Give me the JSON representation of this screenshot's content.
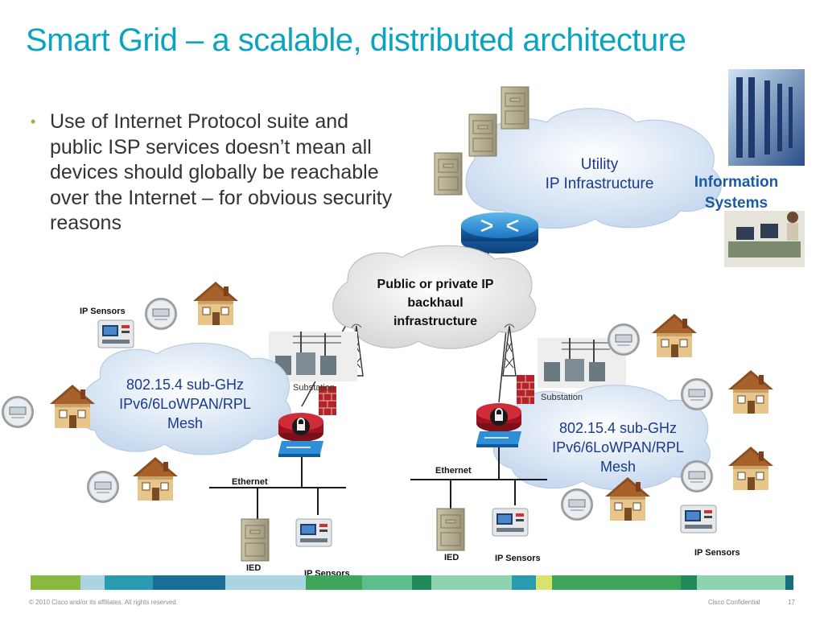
{
  "title": {
    "main": "Smart Grid",
    "dash": "–",
    "rest": "a scalable, distributed architecture"
  },
  "bullet": {
    "text": "Use of Internet Protocol suite and public ISP services doesn’t mean all devices should globally be reachable over the Internet – for obvious security reasons"
  },
  "diagram": {
    "utility_cloud": {
      "line1": "Utility",
      "line2": "IP Infrastructure"
    },
    "info_systems": {
      "line1": "Information",
      "line2": "Systems"
    },
    "backhaul_cloud": {
      "line1": "Public or private IP",
      "line2": "backhaul",
      "line3": "infrastructure"
    },
    "left_mesh": {
      "line1": "802.15.4 sub-GHz",
      "line2": "IPv6/6LoWPAN/RPL",
      "line3": "Mesh"
    },
    "right_mesh": {
      "line1": "802.15.4 sub-GHz",
      "line2": "IPv6/6LoWPAN/RPL",
      "line3": "Mesh"
    },
    "substation_left": "Substation",
    "substation_right": "Substation",
    "ethernet_left": "Ethernet",
    "ethernet_right": "Ethernet",
    "ip_sensors_top_left": "IP Sensors",
    "ip_sensors_bottom_left": "IP Sensors",
    "ip_sensors_bottom_mid": "IP Sensors",
    "ip_sensors_bottom_right": "IP Sensors",
    "ied_left": "IED",
    "ied_right": "IED"
  },
  "footer": {
    "copyright": "© 2010 Cisco and/or its affiliates. All rights reserved.",
    "confidential": "Cisco Confidential",
    "page": "17"
  },
  "colors": {
    "title": "#0aa3c2",
    "bullet_dot": "#8ab93e",
    "cloud_text": "#1a3a8a",
    "info_systems": "#1a5ba8",
    "stripe": [
      "#8ab93e",
      "#a9d5e0",
      "#2a9bb0",
      "#1a6e9a",
      "#5cbf8b",
      "#1f8a5a",
      "#d9e26a",
      "#3fa55a",
      "#8dd3b0",
      "#16707a"
    ]
  }
}
